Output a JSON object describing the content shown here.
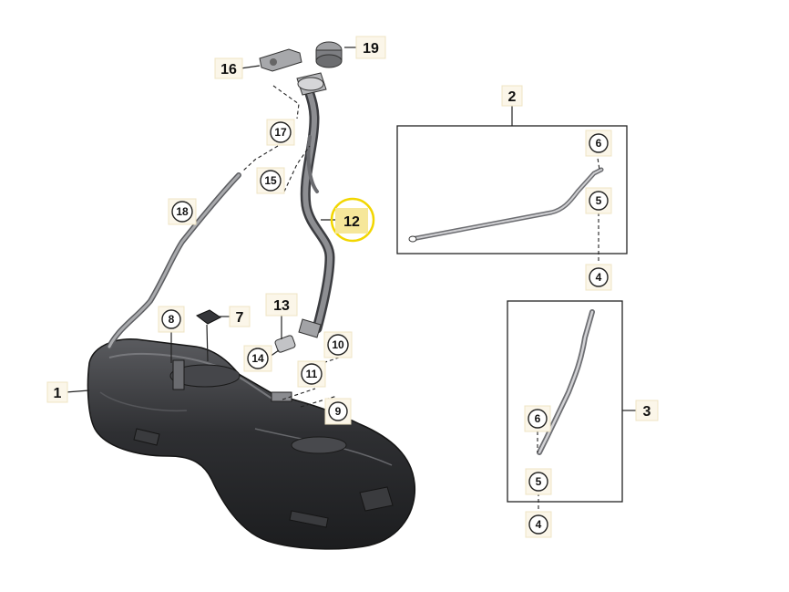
{
  "callouts": {
    "c1": "1",
    "c2": "2",
    "c3": "3",
    "c4a": "4",
    "c4b": "4",
    "c5a": "5",
    "c5b": "5",
    "c6a": "6",
    "c6b": "6",
    "c7": "7",
    "c8": "8",
    "c9": "9",
    "c10": "10",
    "c11": "11",
    "c12": "12",
    "c13": "13",
    "c14": "14",
    "c15": "15",
    "c16": "16",
    "c17": "17",
    "c18": "18",
    "c19": "19"
  },
  "highlight": {
    "callout": "12",
    "color": "#f2d600"
  },
  "colors": {
    "tank": "#2f3033",
    "metal": "#a8a8ab",
    "tag_bg": "#fbf6e9"
  }
}
